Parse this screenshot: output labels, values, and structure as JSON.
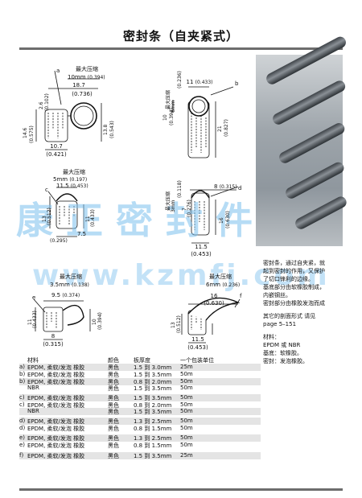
{
  "title": "密封条（自夹紧式）",
  "watermark": {
    "line1": "康正密封件",
    "line2": "www.kzmfj.com"
  },
  "description": {
    "para1": [
      "密封条，通过自夹紧，就",
      "起到密封的作用，又保护",
      "了切口锋利的边缘。",
      "基底部分由软橡胶制成，",
      "内嵌钢丝。",
      "密封部分由橡胶发泡而成"
    ],
    "para2": [
      "其它的剖面形式 请见",
      "page 5–151"
    ],
    "para3": [
      "材料：",
      "EPDM 或 NBR",
      "基底：软橡胶。",
      "密封：发泡橡胶。"
    ]
  },
  "diagrams": {
    "a": {
      "letter": "a",
      "max_caption": "最大压缩",
      "max_value": "10mm",
      "max_inch": "(0.394)",
      "d1": "18.7",
      "d1i": "(0.736)",
      "d2": "2.6",
      "d2i": "(0.102)",
      "d3": "14.6",
      "d3i": "(0.575)",
      "d4": "13.8",
      "d4i": "(0.543)",
      "d5": "10.7",
      "d5i": "(0.421)"
    },
    "b": {
      "letter": "b",
      "max_caption": "最大压缩",
      "max_value": "6mm",
      "max_inch": "(0.236)",
      "d1": "11",
      "d1i": "(0.433)",
      "d2": "10",
      "d2i": "(0.394)",
      "d3": "21",
      "d3i": "(0.827)"
    },
    "c": {
      "letter": "c",
      "max_caption": "最大压缩",
      "max_value": "5mm",
      "max_inch": "(0.197)",
      "d1": "11.5",
      "d1i": "(0.453)",
      "d2": "13",
      "d2i": "(0.512)",
      "d3": "11",
      "d3i": "(0.433)",
      "d4": "7.5",
      "d5": "(0.295)"
    },
    "d": {
      "letter": "d",
      "max_caption": "最大压缩",
      "max_value": "3mm",
      "max_inch": "(0.118)",
      "d1": "8",
      "d1i": "(0.315)",
      "d2": "7",
      "d2i": "(0.276)",
      "d3": "16",
      "d3i": "(0.630)",
      "d4": "11.5",
      "d4i": "(0.453)"
    },
    "e": {
      "letter": "e",
      "max_caption": "最大压缩",
      "max_value": "3.5mm",
      "max_inch": "(0.138)",
      "d1": "9.5",
      "d1i": "(0.374)",
      "d2": "11",
      "d2i": "(0.433)",
      "d3": "10",
      "d3i": "(0.394)",
      "d4": "8",
      "d4i": "(0.315)"
    },
    "f": {
      "letter": "f",
      "max_caption": "最大压缩",
      "max_value": "6mm",
      "max_inch": "(0.236)",
      "d1": "16",
      "d1i": "(0.630)",
      "d2": "13",
      "d2i": "(0.512)",
      "d3": "11.5",
      "d3i": "(0.453)"
    }
  },
  "table": {
    "headers": [
      "材料",
      "颜色",
      "板厚度",
      "一个包装单位"
    ],
    "rows": [
      {
        "id": "a)",
        "material": "EPDM, 柔软/发泡 橡胶",
        "color": "黑色",
        "thickness": "1.5 到 3.0mm",
        "unit": "25m"
      },
      {
        "id": "b)",
        "material": "EPDM, 柔软/发泡 橡胶",
        "color": "黑色",
        "thickness": "1.5 到 3.5mm",
        "unit": "50m"
      },
      {
        "id": "b)",
        "material": "EPDM, 柔软/发泡 橡胶",
        "color": "黑色",
        "thickness": "0.8 到 2.0mm",
        "unit": "50m"
      },
      {
        "id": "",
        "material": "NBR",
        "color": "黑色",
        "thickness": "1.5 到 3.5mm",
        "unit": "50m"
      },
      {
        "id": "c)",
        "material": "EPDM, 柔软/发泡 橡胶",
        "color": "黑色",
        "thickness": "1.5 到 3.5mm",
        "unit": "50m"
      },
      {
        "id": "c)",
        "material": "EPDM, 柔软/发泡 橡胶",
        "color": "黑色",
        "thickness": "0.8 到 2.0mm",
        "unit": "50m"
      },
      {
        "id": "",
        "material": "NBR",
        "color": "黑色",
        "thickness": "1.5 到 3.5mm",
        "unit": "50m"
      },
      {
        "id": "d)",
        "material": "EPDM, 柔软/发泡 橡胶",
        "color": "黑色",
        "thickness": "1.3 到 2.5mm",
        "unit": "50m"
      },
      {
        "id": "d)",
        "material": "EPDM, 柔软/发泡 橡胶",
        "color": "黑色",
        "thickness": "0.8 到 1.5mm",
        "unit": "50m"
      },
      {
        "id": "e)",
        "material": "EPDM, 柔软/发泡 橡胶",
        "color": "黑色",
        "thickness": "1.3 到 2.5mm",
        "unit": "50m"
      },
      {
        "id": "e)",
        "material": "EPDM, 柔软/发泡 橡胶",
        "color": "黑色",
        "thickness": "0.8 到 1.5mm",
        "unit": "50m"
      },
      {
        "id": "f)",
        "material": "EPDM, 柔软/发泡 橡胶",
        "color": "黑色",
        "thickness": "1.5 到 3.5mm",
        "unit": "25m"
      }
    ]
  }
}
